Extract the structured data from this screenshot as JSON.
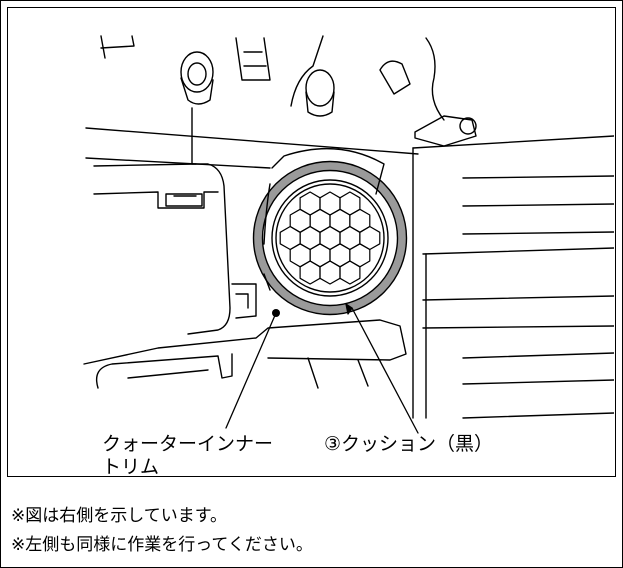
{
  "labels": {
    "trim_line1": "クォーターインナー",
    "trim_line2": "トリム",
    "cushion": "③クッション（黒）"
  },
  "notes": {
    "note1": "※図は右側を示しています。",
    "note2": "※左側も同様に作業を行ってください。"
  }
}
